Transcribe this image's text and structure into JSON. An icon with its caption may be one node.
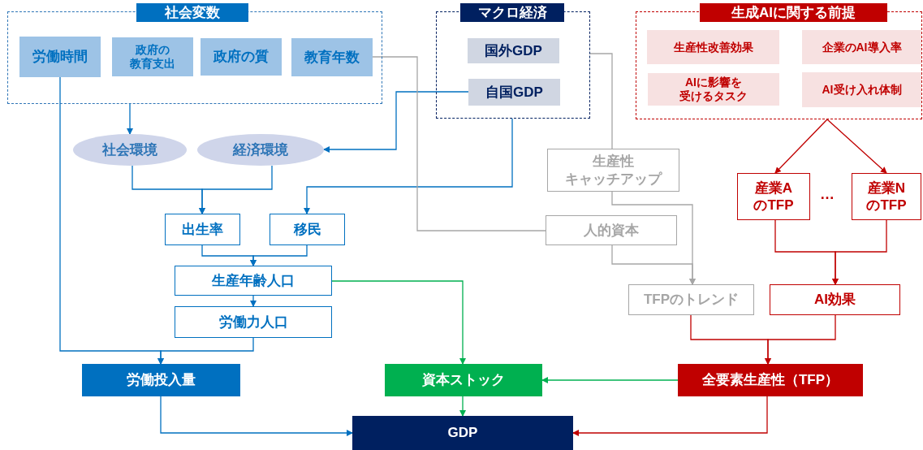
{
  "diagram": {
    "nodes": [
      {
        "text": [
          "社会変数"
        ]
      },
      {
        "text": [
          "労働時間"
        ],
        "in": 0
      },
      {
        "text": [
          "政府の教育支出"
        ],
        "in": 0
      },
      {
        "text": [
          "政府の質"
        ],
        "in": 0
      },
      {
        "text": [
          "教育年数"
        ],
        "in": 0
      },
      {
        "text": [
          "マクロ経済"
        ]
      },
      {
        "text": [
          "国外GDP"
        ],
        "in": 5
      },
      {
        "text": [
          "自国GDP"
        ],
        "in": 5
      },
      {
        "text": [
          "生成AIに関する前提"
        ]
      },
      {
        "text": [
          "生産性改善効果"
        ],
        "in": 8
      },
      {
        "text": [
          "企業のAI導入率"
        ],
        "in": 8
      },
      {
        "text": [
          "AIに影響を受けるタスク"
        ],
        "in": 8
      },
      {
        "text": [
          "AI受け入れ体制"
        ],
        "in": 8
      },
      {
        "text": [
          "社会環境"
        ]
      },
      {
        "text": [
          "経済環境"
        ]
      },
      {
        "text": [
          "生産性キャッチアップ"
        ]
      },
      {
        "text": [
          "産業A のTFP"
        ]
      },
      {
        "text": [
          "産業N のTFP"
        ]
      },
      {
        "text": [
          "出生率"
        ]
      },
      {
        "text": [
          "移民"
        ]
      },
      {
        "text": [
          "人的資本"
        ]
      },
      {
        "text": [
          "生産年齢人口"
        ]
      },
      {
        "text": [
          "労働力人口"
        ]
      },
      {
        "text": [
          "TFPのトレンド"
        ]
      },
      {
        "text": [
          "AI効果"
        ]
      },
      {
        "text": [
          "労働投入量"
        ]
      },
      {
        "text": [
          "資本ストック"
        ]
      },
      {
        "text": [
          "全要素生産性（TFP）"
        ]
      },
      {
        "text": [
          "GDP"
        ]
      }
    ],
    "edges": [
      {
        "from": 0,
        "to": 13,
        "arrow": "to"
      },
      {
        "from": 7,
        "to": 14,
        "arrow": "to"
      },
      {
        "from": 5,
        "to": 19,
        "arrow": "to"
      },
      {
        "from": 13,
        "to": 18,
        "arrow": "to"
      },
      {
        "from": 14,
        "to": 18,
        "arrow": "to"
      },
      {
        "from": 4,
        "to": 20,
        "arrow": "none",
        "color": "#a6a6a6"
      },
      {
        "from": 5,
        "to": 15,
        "arrow": "none",
        "color": "#a6a6a6"
      },
      {
        "from": 15,
        "to": 23,
        "arrow": "to",
        "color": "#a6a6a6"
      },
      {
        "from": 20,
        "to": 23,
        "arrow": "to",
        "color": "#a6a6a6"
      },
      {
        "from": 8,
        "to": 16,
        "arrow": "to",
        "color": "#c00000"
      },
      {
        "from": 8,
        "to": 17,
        "arrow": "to",
        "color": "#c00000"
      },
      {
        "from": 16,
        "to": 24,
        "arrow": "to",
        "color": "#c00000"
      },
      {
        "from": 17,
        "to": 24,
        "arrow": "to",
        "color": "#c00000"
      },
      {
        "from": 18,
        "to": 21,
        "arrow": "to"
      },
      {
        "from": 19,
        "to": 21,
        "arrow": "to"
      },
      {
        "from": 21,
        "to": 22,
        "arrow": "to"
      },
      {
        "from": 1,
        "to": 25,
        "arrow": "to"
      },
      {
        "from": 22,
        "to": 25,
        "arrow": "to"
      },
      {
        "from": 21,
        "to": 26,
        "arrow": "to",
        "color": "#00b050"
      },
      {
        "from": 23,
        "to": 27,
        "arrow": "to",
        "color": "#c00000"
      },
      {
        "from": 24,
        "to": 27,
        "arrow": "to",
        "color": "#c00000"
      },
      {
        "from": 27,
        "to": 26,
        "arrow": "to",
        "color": "#00b050"
      },
      {
        "from": 26,
        "to": 28,
        "arrow": "to",
        "color": "#00b050"
      },
      {
        "from": 25,
        "to": 28,
        "arrow": "to"
      },
      {
        "from": 27,
        "to": 28,
        "arrow": "to",
        "color": "#c00000"
      }
    ],
    "labels": [
      "…"
    ]
  }
}
